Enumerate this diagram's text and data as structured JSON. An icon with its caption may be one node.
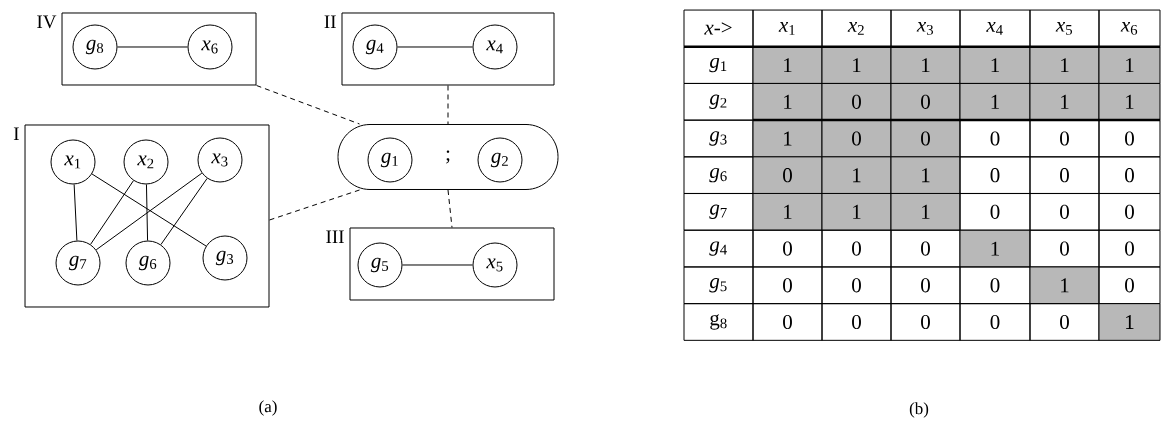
{
  "diagram": {
    "nodes": [
      {
        "text": [
          "IV"
        ]
      },
      {
        "text": [
          "*g*$_{8}$"
        ],
        "in": 0
      },
      {
        "text": [
          "*x*$_{6}$"
        ],
        "in": 0
      },
      {
        "text": [
          "II"
        ]
      },
      {
        "text": [
          "*g*$_{4}$"
        ],
        "in": 3
      },
      {
        "text": [
          "*x*$_{4}$"
        ],
        "in": 3
      },
      {
        "text": [
          "I"
        ]
      },
      {
        "text": [
          "*x*$_{1}$"
        ],
        "in": 6
      },
      {
        "text": [
          "*x*$_{2}$"
        ],
        "in": 6
      },
      {
        "text": [
          "*x*$_{3}$"
        ],
        "in": 6
      },
      {
        "text": [
          "*g*$_{7}$"
        ],
        "in": 6
      },
      {
        "text": [
          "*g*$_{6}$"
        ],
        "in": 6
      },
      {
        "text": [
          "*g*$_{3}$"
        ],
        "in": 6
      },
      {
        "text": [
          ";"
        ]
      },
      {
        "text": [
          "*g*$_{1}$"
        ],
        "in": 13
      },
      {
        "text": [
          "*g*$_{2}$"
        ],
        "in": 13
      },
      {
        "text": [
          "III"
        ]
      },
      {
        "text": [
          "*g*$_{5}$"
        ],
        "in": 16
      },
      {
        "text": [
          "*x*$_{5}$"
        ],
        "in": 16
      }
    ],
    "edges": [
      {
        "from": 1,
        "to": 2,
        "arrow": "none"
      },
      {
        "from": 4,
        "to": 5,
        "arrow": "none"
      },
      {
        "from": 7,
        "to": 10,
        "arrow": "none"
      },
      {
        "from": 7,
        "to": 12,
        "arrow": "none"
      },
      {
        "from": 8,
        "to": 10,
        "arrow": "none"
      },
      {
        "from": 8,
        "to": 11,
        "arrow": "none"
      },
      {
        "from": 9,
        "to": 10,
        "arrow": "none"
      },
      {
        "from": 9,
        "to": 11,
        "arrow": "none"
      },
      {
        "from": 17,
        "to": 18,
        "arrow": "none"
      },
      {
        "from": 0,
        "to": 13,
        "arrow": "none",
        "style": "dashed"
      },
      {
        "from": 6,
        "to": 13,
        "arrow": "none",
        "style": "dashed"
      },
      {
        "from": 3,
        "to": 13,
        "arrow": "none",
        "style": "dashed"
      },
      {
        "from": 13,
        "to": 16,
        "arrow": "none",
        "style": "dashed"
      }
    ],
    "labels": [
      "*x*->",
      "*x*$_{1}$",
      "*x*$_{2}$",
      "*x*$_{3}$",
      "*x*$_{4}$",
      "*x*$_{5}$",
      "*x*$_{6}$",
      "*g*$_{1}$",
      "1",
      "1",
      "1",
      "1",
      "1",
      "1",
      "*g*$_{2}$",
      "1",
      "0",
      "0",
      "1",
      "1",
      "1",
      "*g*$_{3}$",
      "1",
      "0",
      "0",
      "0",
      "0",
      "0",
      "*g*$_{6}$",
      "0",
      "1",
      "1",
      "0",
      "0",
      "0",
      "*g*$_{7}$",
      "1",
      "1",
      "1",
      "0",
      "0",
      "0",
      "*g*$_{4}$",
      "0",
      "0",
      "0",
      "1",
      "0",
      "0",
      "*g*$_{5}$",
      "0",
      "0",
      "0",
      "0",
      "1",
      "0",
      "g$_{8}$",
      "0",
      "0",
      "0",
      "0",
      "0",
      "1",
      "(a)",
      "(b)"
    ]
  }
}
